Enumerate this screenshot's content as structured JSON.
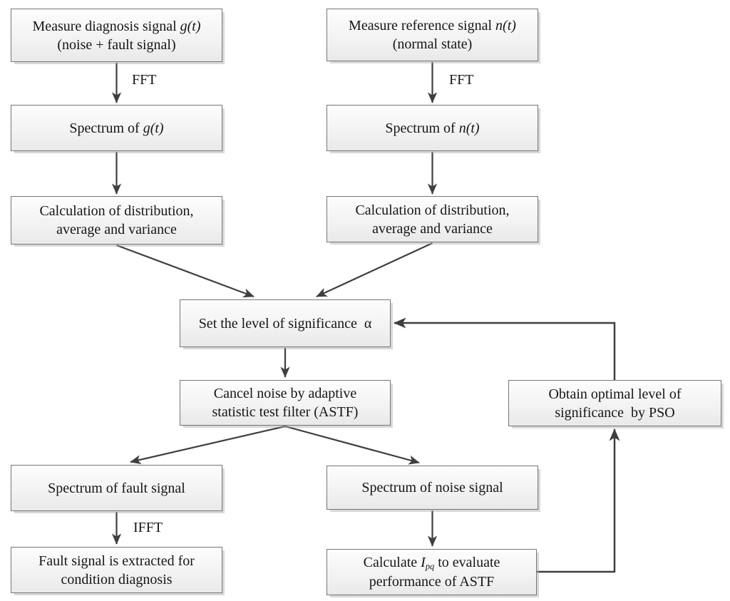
{
  "diagram": {
    "nodes": {
      "measure_diagnosis": {
        "line1_pre": "Measure diagnosis signal ",
        "line1_math": "g(t)",
        "line2": "(noise + fault signal)"
      },
      "measure_reference": {
        "line1_pre": "Measure reference signal ",
        "line1_math": "n(t)",
        "line2": "(normal state)"
      },
      "spectrum_g": {
        "line1_pre": "Spectrum of ",
        "line1_math": "g(t)"
      },
      "spectrum_n": {
        "line1_pre": "Spectrum of ",
        "line1_math": "n(t)"
      },
      "calc_left": {
        "line1": "Calculation of distribution,",
        "line2": "average and variance"
      },
      "calc_right": {
        "line1": "Calculation of distribution,",
        "line2": "average and variance"
      },
      "set_level": {
        "line1_pre": "Set the level of significance  ",
        "line1_alpha": "α"
      },
      "cancel_noise": {
        "line1": "Cancel noise by adaptive",
        "line2": "statistic test filter (ASTF)"
      },
      "obtain_optimal": {
        "line1": "Obtain optimal level of",
        "line2": "significance  by PSO"
      },
      "spectrum_fault": {
        "line1": "Spectrum of fault signal"
      },
      "spectrum_noise": {
        "line1": "Spectrum of noise signal"
      },
      "fault_extracted": {
        "line1": "Fault signal is extracted for",
        "line2": "condition diagnosis"
      },
      "calculate_ipq": {
        "line1_pre": "Calculate ",
        "line1_math": "I",
        "line1_sub": "pq",
        "line1_post": " to evaluate",
        "line2": "performance of ASTF"
      }
    },
    "edge_labels": {
      "fft_left": "FFT",
      "fft_right": "FFT",
      "ifft": "IFFT"
    },
    "colors": {
      "background": "#ffffff",
      "box_border": "#767676",
      "box_fill_top": "#fdfdfd",
      "box_fill_bottom": "#e9e9e9",
      "arrow": "#3f3f3f",
      "text": "#161616"
    }
  }
}
